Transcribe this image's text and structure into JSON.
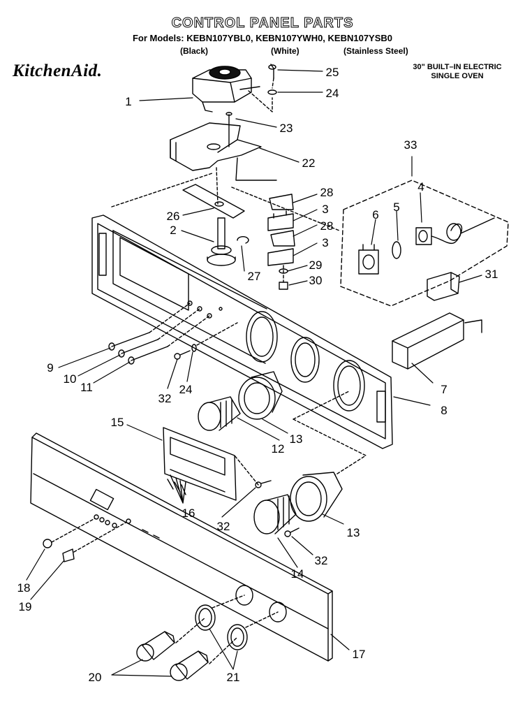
{
  "header": {
    "title": "CONTROL PANEL PARTS",
    "models_line": "For Models: KEBN107YBL0, KEBN107YWH0, KEBN107YSB0",
    "variants": [
      "(Black)",
      "(White)",
      "(Stainless Steel)"
    ]
  },
  "brand": "KitchenAid.",
  "oven_type": {
    "line1": "30\" BUILT–IN ELECTRIC",
    "line2": "SINGLE OVEN"
  },
  "callouts": [
    "1",
    "25",
    "24",
    "23",
    "22",
    "33",
    "28",
    "4",
    "5",
    "6",
    "3",
    "26",
    "2",
    "28",
    "3",
    "27",
    "29",
    "30",
    "31",
    "9",
    "10",
    "11",
    "32",
    "24",
    "7",
    "8",
    "15",
    "12",
    "13",
    "16",
    "32",
    "13",
    "32",
    "14",
    "18",
    "19",
    "17",
    "20",
    "21"
  ],
  "colors": {
    "line": "#000000",
    "background": "#ffffff"
  }
}
